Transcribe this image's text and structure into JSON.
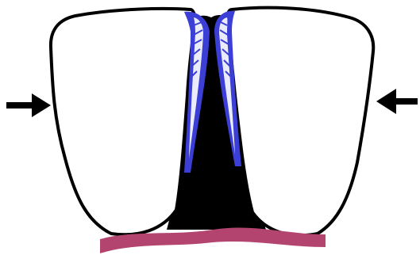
{
  "diagram": {
    "colors": {
      "background": "#ffffff",
      "outline": "#000000",
      "contact_fill": "#000000",
      "enamel_highlight": "#3b3fd6",
      "enamel_inner": "#ffffff",
      "gingiva": "#b2446f",
      "arrow": "#000000"
    },
    "elements": [
      "left-tooth-crown",
      "right-tooth-crown",
      "interproximal-contact-area",
      "left-blue-enamel-margin",
      "right-blue-enamel-margin",
      "gingival-band",
      "left-arrow-icon",
      "right-arrow-icon"
    ]
  }
}
